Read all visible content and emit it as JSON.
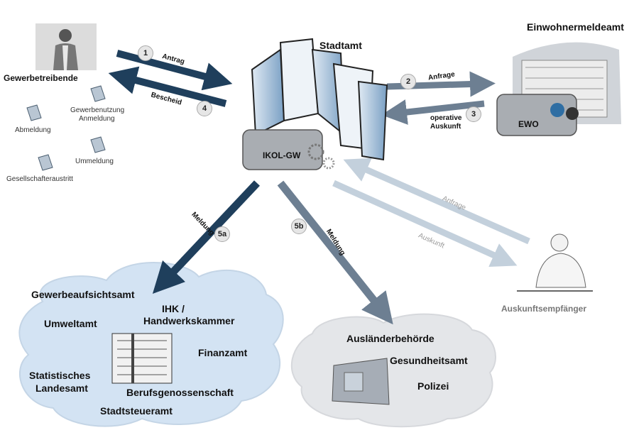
{
  "nodes": {
    "gewerbetreibende": "Gewerbetreibende",
    "stadtamt": "Stadtamt",
    "ikol": "IKOL-GW",
    "einwohnermeldeamt": "Einwohnermeldeamt",
    "ewo": "EWO",
    "auskunftsempfaenger": "Auskunftsempfänger"
  },
  "documents": {
    "abmeldung": "Abmeldung",
    "gewerbenutzung_1": "Gewerbenutzung",
    "gewerbenutzung_2": "Anmeldung",
    "ummeldung": "Ummeldung",
    "gesellschafteraustritt": "Gesellschafteraustritt"
  },
  "arrows": {
    "antrag": "Antrag",
    "bescheid": "Bescheid",
    "anfrage_ewo": "Anfrage",
    "operative_1": "operative",
    "operative_2": "Auskunft",
    "anfrage_auskunft": "Anfrage",
    "auskunft": "Auskunft",
    "meldung_a": "Meldung",
    "meldung_b": "Meldung"
  },
  "steps": {
    "s1": "1",
    "s2": "2",
    "s3": "3",
    "s4": "4",
    "s5a": "5a",
    "s5b": "5b"
  },
  "cloud_left": {
    "gewerbeaufsichtsamt": "Gewerbeaufsichtsamt",
    "umweltamt": "Umweltamt",
    "ihk_1": "IHK /",
    "ihk_2": "Handwerkskammer",
    "finanzamt": "Finanzamt",
    "statistisches_1": "Statistisches",
    "statistisches_2": "Landesamt",
    "berufsgenossenschaft": "Berufsgenossenschaft",
    "stadtsteueramt": "Stadtsteueramt"
  },
  "cloud_right": {
    "auslaenderbehoerde": "Ausländerbehörde",
    "gesundheitsamt": "Gesundheitsamt",
    "polizei": "Polizei"
  },
  "colors": {
    "dark_arrow": "#1f3f5c",
    "mid_arrow": "#6d7f92",
    "light_arrow": "#b9c8d6",
    "cloud_left": "#d3e3f3",
    "cloud_right": "#e4e6e9",
    "box": "#a9adb2"
  }
}
